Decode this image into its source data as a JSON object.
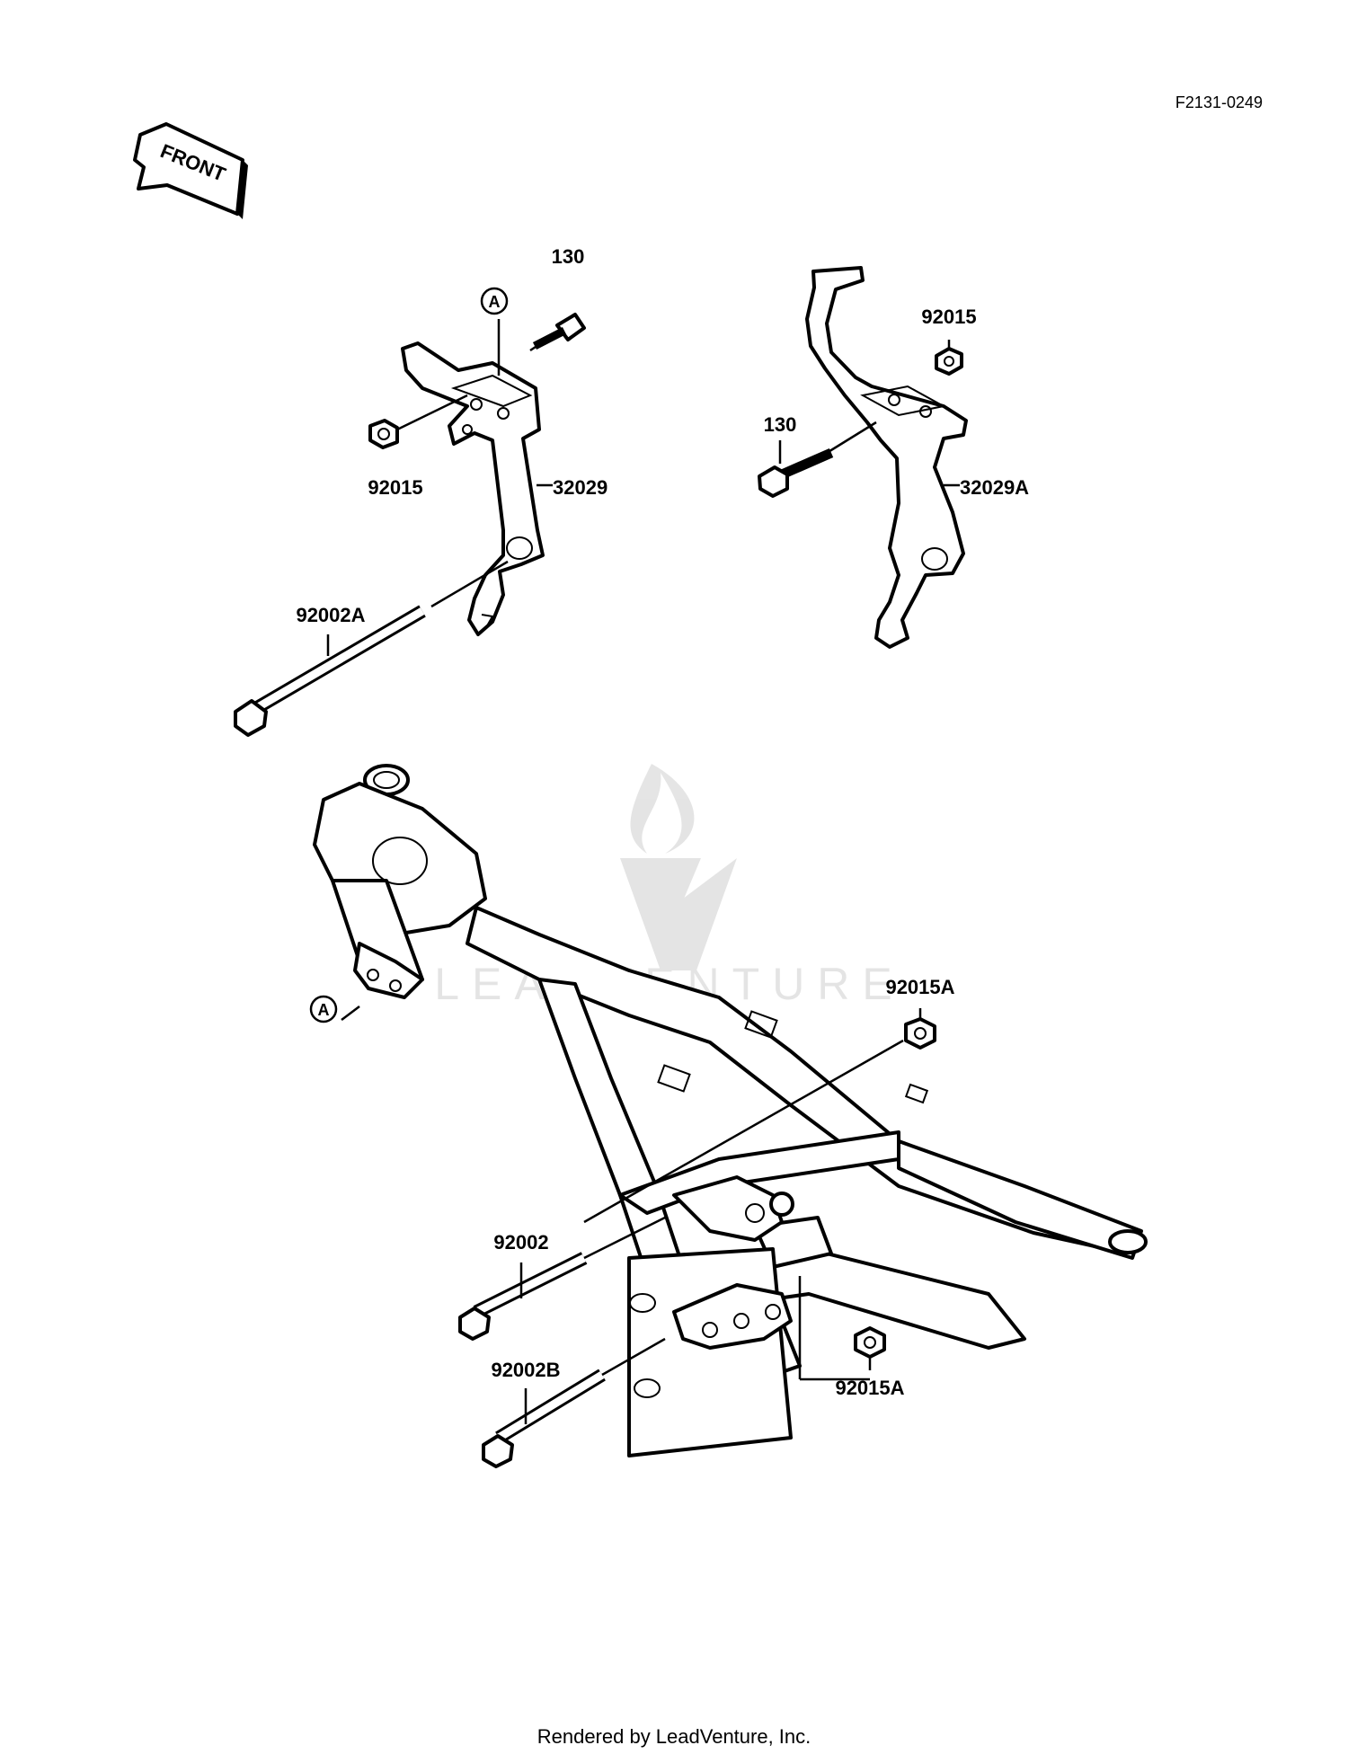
{
  "diagram_code": "F2131-0249",
  "front_arrow_label": "FRONT",
  "ref_marker": "A",
  "watermark_text": "LEADVENTURE",
  "footer": "Rendered by LeadVenture, Inc.",
  "part_numbers": {
    "left_bolt_130": "130",
    "left_nut_92015": "92015",
    "left_bracket": "32029",
    "left_long_bolt": "92002A",
    "right_nut_92015": "92015",
    "right_bolt_130": "130",
    "right_bracket": "32029A",
    "frame_nut_upper": "92015A",
    "frame_bolt_92002": "92002",
    "frame_bolt_92002B": "92002B",
    "frame_nut_lower": "92015A"
  }
}
